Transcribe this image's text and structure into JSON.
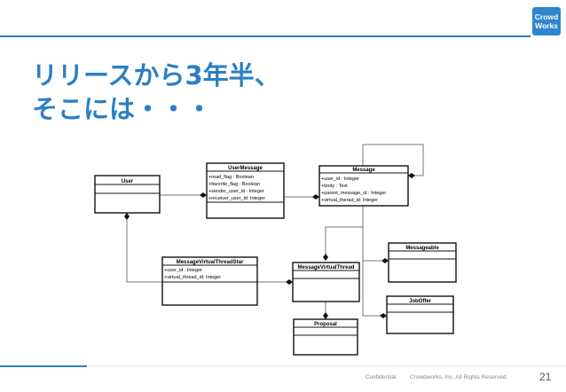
{
  "logo": {
    "line1": "Crowd",
    "line2": "Works"
  },
  "title": {
    "line1": "リリースから3年半、",
    "line2": "そこには・・・"
  },
  "classes": {
    "user": {
      "name": "User"
    },
    "user_message": {
      "name": "UserMessage",
      "attrs": [
        "+read_flag : Boolean",
        "+favorite_flag : Boolean",
        "+sender_user_id : Integer",
        "+receiver_user_id: Integer"
      ]
    },
    "message": {
      "name": "Message",
      "attrs": [
        "+user_id : Integer",
        "+body : Text",
        "+parent_message_id : Integer",
        "+virtual_therad_id: Integer"
      ]
    },
    "message_virtual_thread_star": {
      "name": "MessageVirtualThreadStar",
      "attrs": [
        "+user_id : Integer",
        "+virtual_thread_id: Integer"
      ]
    },
    "message_virtual_thread": {
      "name": "MessageVirtualThread"
    },
    "messageable": {
      "name": "Messageable"
    },
    "job_offer": {
      "name": "JobOffer"
    },
    "proposal": {
      "name": "Proposal"
    }
  },
  "footer": {
    "confidential": "Confidential",
    "copyright": "Crowdworks, Inc. All Rights Reserved.",
    "page": "21"
  }
}
